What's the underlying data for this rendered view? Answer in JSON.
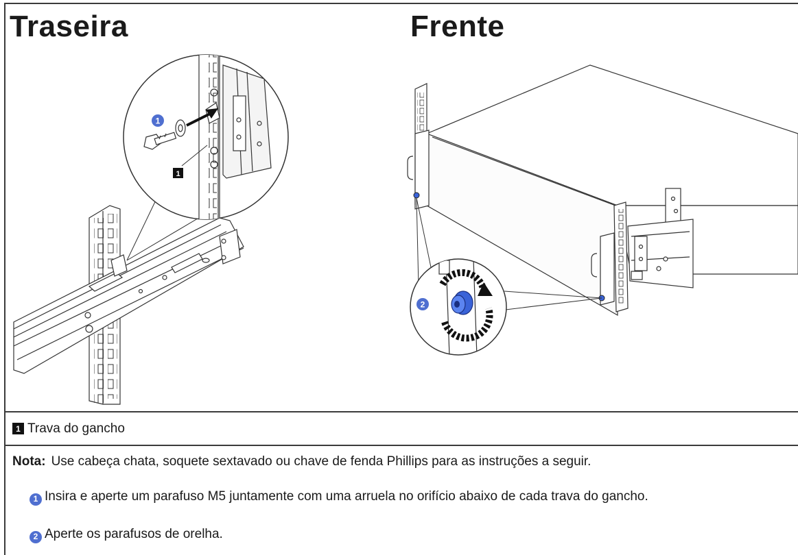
{
  "figure": {
    "left_title": "Traseira",
    "right_title": "Frente",
    "callout_label": "1",
    "step_marker_1": "1",
    "step_marker_2": "2"
  },
  "caption": {
    "number": "1",
    "text": "Trava do gancho"
  },
  "note": {
    "label": "Nota:",
    "text": "Use cabeça chata, soquete sextavado ou chave de fenda Phillips para as instruções a seguir."
  },
  "steps": [
    {
      "number": "1",
      "text": "Insira e aperte um parafuso M5 juntamente com uma arruela no orifício abaixo de cada trava do gancho."
    },
    {
      "number": "2",
      "text": "Aperte os parafusos de orelha."
    }
  ],
  "colors": {
    "step_marker": "#4f6fd0",
    "thumbscrew_blue": "#3a63d8",
    "border": "#3a3a3a"
  }
}
